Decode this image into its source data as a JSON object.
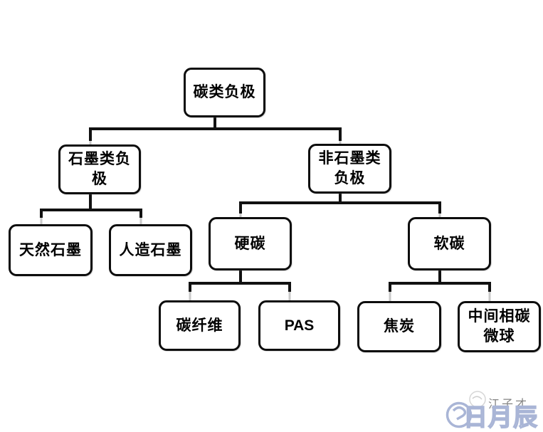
{
  "diagram": {
    "type": "tree",
    "root_id": "root",
    "edges": [
      [
        "root",
        "graphite"
      ],
      [
        "root",
        "non_graphite"
      ],
      [
        "graphite",
        "natural"
      ],
      [
        "graphite",
        "artificial"
      ],
      [
        "non_graphite",
        "hard"
      ],
      [
        "non_graphite",
        "soft"
      ],
      [
        "hard",
        "fiber"
      ],
      [
        "hard",
        "pas"
      ],
      [
        "soft",
        "coke"
      ],
      [
        "soft",
        "mcmb"
      ]
    ]
  },
  "nodes": {
    "root": {
      "label": "碳类负极"
    },
    "graphite": {
      "label": "石墨类负\n极"
    },
    "non_graphite": {
      "label": "非石墨类\n负极"
    },
    "natural": {
      "label": "天然石墨"
    },
    "artificial": {
      "label": "人造石墨"
    },
    "hard": {
      "label": "硬碳"
    },
    "soft": {
      "label": "软碳"
    },
    "fiber": {
      "label": "碳纤维"
    },
    "pas": {
      "label": "PAS"
    },
    "coke": {
      "label": "焦炭"
    },
    "mcmb": {
      "label": "中间相碳\n微球"
    }
  },
  "watermark": {
    "author": "江子才",
    "brand": "日月辰"
  },
  "colors": {
    "connector": "#111111",
    "connector_faint": "#c9c9c9",
    "box_border": "#0d0d0d",
    "watermark_blue": "#a9b5d6",
    "watermark_gray": "#848484"
  }
}
